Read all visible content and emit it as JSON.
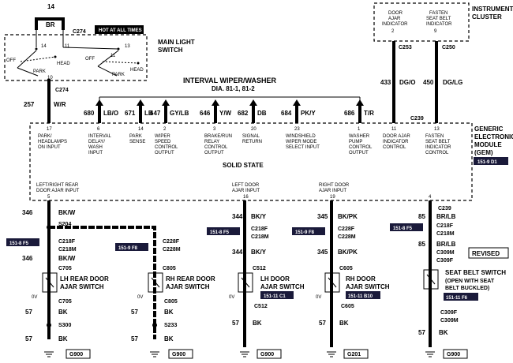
{
  "header": {
    "hot_label": "HOT AT ALL TIMES",
    "br_circuit": "14",
    "br_color": "BR",
    "c274_top": "C274",
    "main_light_switch": [
      "MAIN LIGHT",
      "SWITCH"
    ],
    "instrument_cluster": [
      "INSTRUMENT",
      "CLUSTER"
    ],
    "interval_wiper": "INTERVAL WIPER/WASHER",
    "dia_ref": "DIA. 81-1, 81-2"
  },
  "main_switch": {
    "left": {
      "off": "OFF",
      "park": "PARK",
      "head": "HEAD",
      "pin_a": "14",
      "pin_b": "11",
      "pin_c": "10"
    },
    "right": {
      "off": "OFF",
      "park": "PARK",
      "head": "HEAD",
      "pin_a": "13",
      "pin_b": "11"
    }
  },
  "cluster": {
    "door_ajar": [
      "DOOR",
      "AJAR",
      "INDICATOR",
      "2"
    ],
    "fasten": [
      "FASTEN",
      "SEAT BELT",
      "INDICATOR",
      "9"
    ],
    "c253": "C253",
    "c250": "C250",
    "w433": "433",
    "w433c": "DG/O",
    "w450": "450",
    "w450c": "DG/LG"
  },
  "wire257": {
    "num": "257",
    "color": "W/R",
    "conn": "C274"
  },
  "top_wires": [
    {
      "num": "680",
      "color": "LB/O"
    },
    {
      "num": "671",
      "color": "LB"
    },
    {
      "num": "647",
      "color": "GY/LB"
    },
    {
      "num": "646",
      "color": "Y/W"
    },
    {
      "num": "682",
      "color": "DB"
    },
    {
      "num": "684",
      "color": "PK/Y"
    },
    {
      "num": "686",
      "color": "T/R"
    }
  ],
  "c239_top": "C239",
  "gem": {
    "title": [
      "GENERIC",
      "ELECTRONIC",
      "MODULE",
      "(GEM)"
    ],
    "tag": "151-9 D1",
    "solid_state": "SOLID STATE",
    "pins": [
      {
        "num": "17",
        "lines": [
          "PARK/",
          "HEADLAMPS",
          "ON INPUT"
        ]
      },
      {
        "num": "6",
        "lines": [
          "INTERVAL",
          "DELAY/",
          "WASH",
          "INPUT"
        ]
      },
      {
        "num": "14",
        "lines": [
          "PARK",
          "SENSE"
        ]
      },
      {
        "num": "2",
        "lines": [
          "WIPER",
          "SPEED",
          "CONTROL",
          "OUTPUT"
        ]
      },
      {
        "num": "3",
        "lines": [
          "BRAKE/RUN",
          "RELAY",
          "CONTROL",
          "OUTPUT"
        ]
      },
      {
        "num": "20",
        "lines": [
          "SIGNAL",
          "RETURN"
        ]
      },
      {
        "num": "23",
        "lines": [
          "WINDSHIELD",
          "WIPER MODE",
          "SELECT INPUT"
        ]
      },
      {
        "num": "1",
        "lines": [
          "WASHER",
          "PUMP",
          "CONTROL",
          "OUTPUT"
        ]
      },
      {
        "num": "11",
        "lines": [
          "DOOR AJAR",
          "INDICATOR",
          "CONTROL"
        ]
      },
      {
        "num": "13",
        "lines": [
          "FASTEN",
          "SEAT BELT",
          "INDICATOR",
          "CONTROL"
        ]
      }
    ],
    "bottom": [
      {
        "lines": [
          "LEFT/RIGHT REAR",
          "DOOR AJAR INPUT"
        ],
        "num": "5"
      },
      {
        "lines": [
          "LEFT DOOR",
          "AJAR INPUT"
        ],
        "num": "16"
      },
      {
        "lines": [
          "RIGHT DOOR",
          "AJAR INPUT"
        ],
        "num": "19"
      },
      {
        "lines": [],
        "num": "4"
      }
    ]
  },
  "left_branch": {
    "w346a": "346",
    "c346a": "BK/W",
    "s204": "S204",
    "tag1": "151-8 F5",
    "c218f": "C218F",
    "c218m": "C218M",
    "w346b": "346",
    "c346b": "BK/W",
    "c705": "C705",
    "switch": [
      "LH REAR DOOR",
      "AJAR SWITCH"
    ],
    "ov": "0V",
    "c705b": "C705",
    "w57a": "57",
    "bk_a": "BK",
    "s300": "S300",
    "w57b": "57",
    "bk_b": "BK",
    "ground": "G900"
  },
  "rh_rear": {
    "tag": "151-9 F8",
    "c228f": "C228F",
    "c228m": "C228M",
    "c805": "C805",
    "switch": [
      "RH REAR DOOR",
      "AJAR SWITCH"
    ],
    "ov": "0V",
    "c805b": "C805",
    "w57a": "57",
    "bk_a": "BK",
    "s233": "S233",
    "w57b": "57",
    "bk_b": "BK",
    "ground": "G900"
  },
  "lh_door": {
    "w344a": "344",
    "c344a": "BK/Y",
    "tag": "151-8 F5",
    "c218f": "C218F",
    "c218m": "C218M",
    "w344b": "344",
    "c344b": "BK/Y",
    "c512": "C512",
    "switch": [
      "LH DOOR",
      "AJAR SWITCH"
    ],
    "tag2": "151-11 C1",
    "ov": "0V",
    "c512b": "C512",
    "w57": "57",
    "bk": "BK",
    "ground": "G900"
  },
  "rh_door": {
    "w345a": "345",
    "c345a": "BK/PK",
    "tag": "151-9 F8",
    "c228f": "C228F",
    "c228m": "C228M",
    "w345b": "345",
    "c345b": "BK/PK",
    "c605": "C605",
    "switch": [
      "RH DOOR",
      "AJAR SWITCH"
    ],
    "tag2": "151-11 B10",
    "ov": "0V",
    "c605b": "C605",
    "w57": "57",
    "bk": "BK",
    "ground": "G201"
  },
  "seat_belt": {
    "c239": "C239",
    "w85a": "85",
    "c85a": "BR/LB",
    "tag": "151-8 F5",
    "c218f": "C218F",
    "c218m": "C218M",
    "w85b": "85",
    "c85b": "BR/LB",
    "c309m": "C309M",
    "c309f": "C309F",
    "revised": "REVISED",
    "switch": [
      "SEAT BELT SWITCH",
      "(OPEN WITH  SEAT",
      "BELT BUCKLED)"
    ],
    "tag2": "151-11 F6",
    "c309f2": "C309F",
    "c309m2": "C309M",
    "w57": "57",
    "bk": "BK",
    "ground": "G900"
  }
}
